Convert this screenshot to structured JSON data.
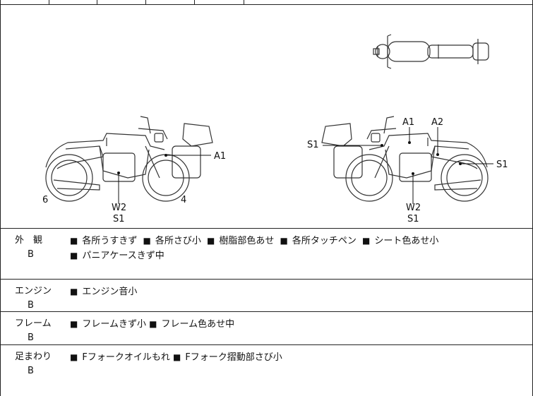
{
  "diagram": {
    "left_bike": {
      "callouts": [
        {
          "label": "A1"
        },
        {
          "label": "W2"
        },
        {
          "label": "S1"
        }
      ],
      "corner_numbers": [
        "6",
        "4"
      ]
    },
    "right_bike": {
      "callouts": [
        {
          "label": "A1"
        },
        {
          "label": "A2"
        },
        {
          "label": "S1"
        },
        {
          "label": "S1"
        },
        {
          "label": "W2"
        },
        {
          "label": "S1"
        }
      ]
    }
  },
  "rows": [
    {
      "category": "外　観",
      "grade": "B",
      "items": [
        "各所うすきず",
        "各所さび小",
        "樹脂部色あせ",
        "各所タッチペン",
        "シート色あせ小",
        "パニアケースきず中"
      ]
    },
    {
      "category": "エンジン",
      "grade": "B",
      "items": [
        "エンジン音小"
      ]
    },
    {
      "category": "フレーム",
      "grade": "B",
      "items": [
        "フレームきず小",
        "フレーム色あせ中"
      ]
    },
    {
      "category": "足まわり",
      "grade": "B",
      "items": [
        "Fフォークオイルもれ",
        "Fフォーク摺動部さび小"
      ]
    }
  ]
}
